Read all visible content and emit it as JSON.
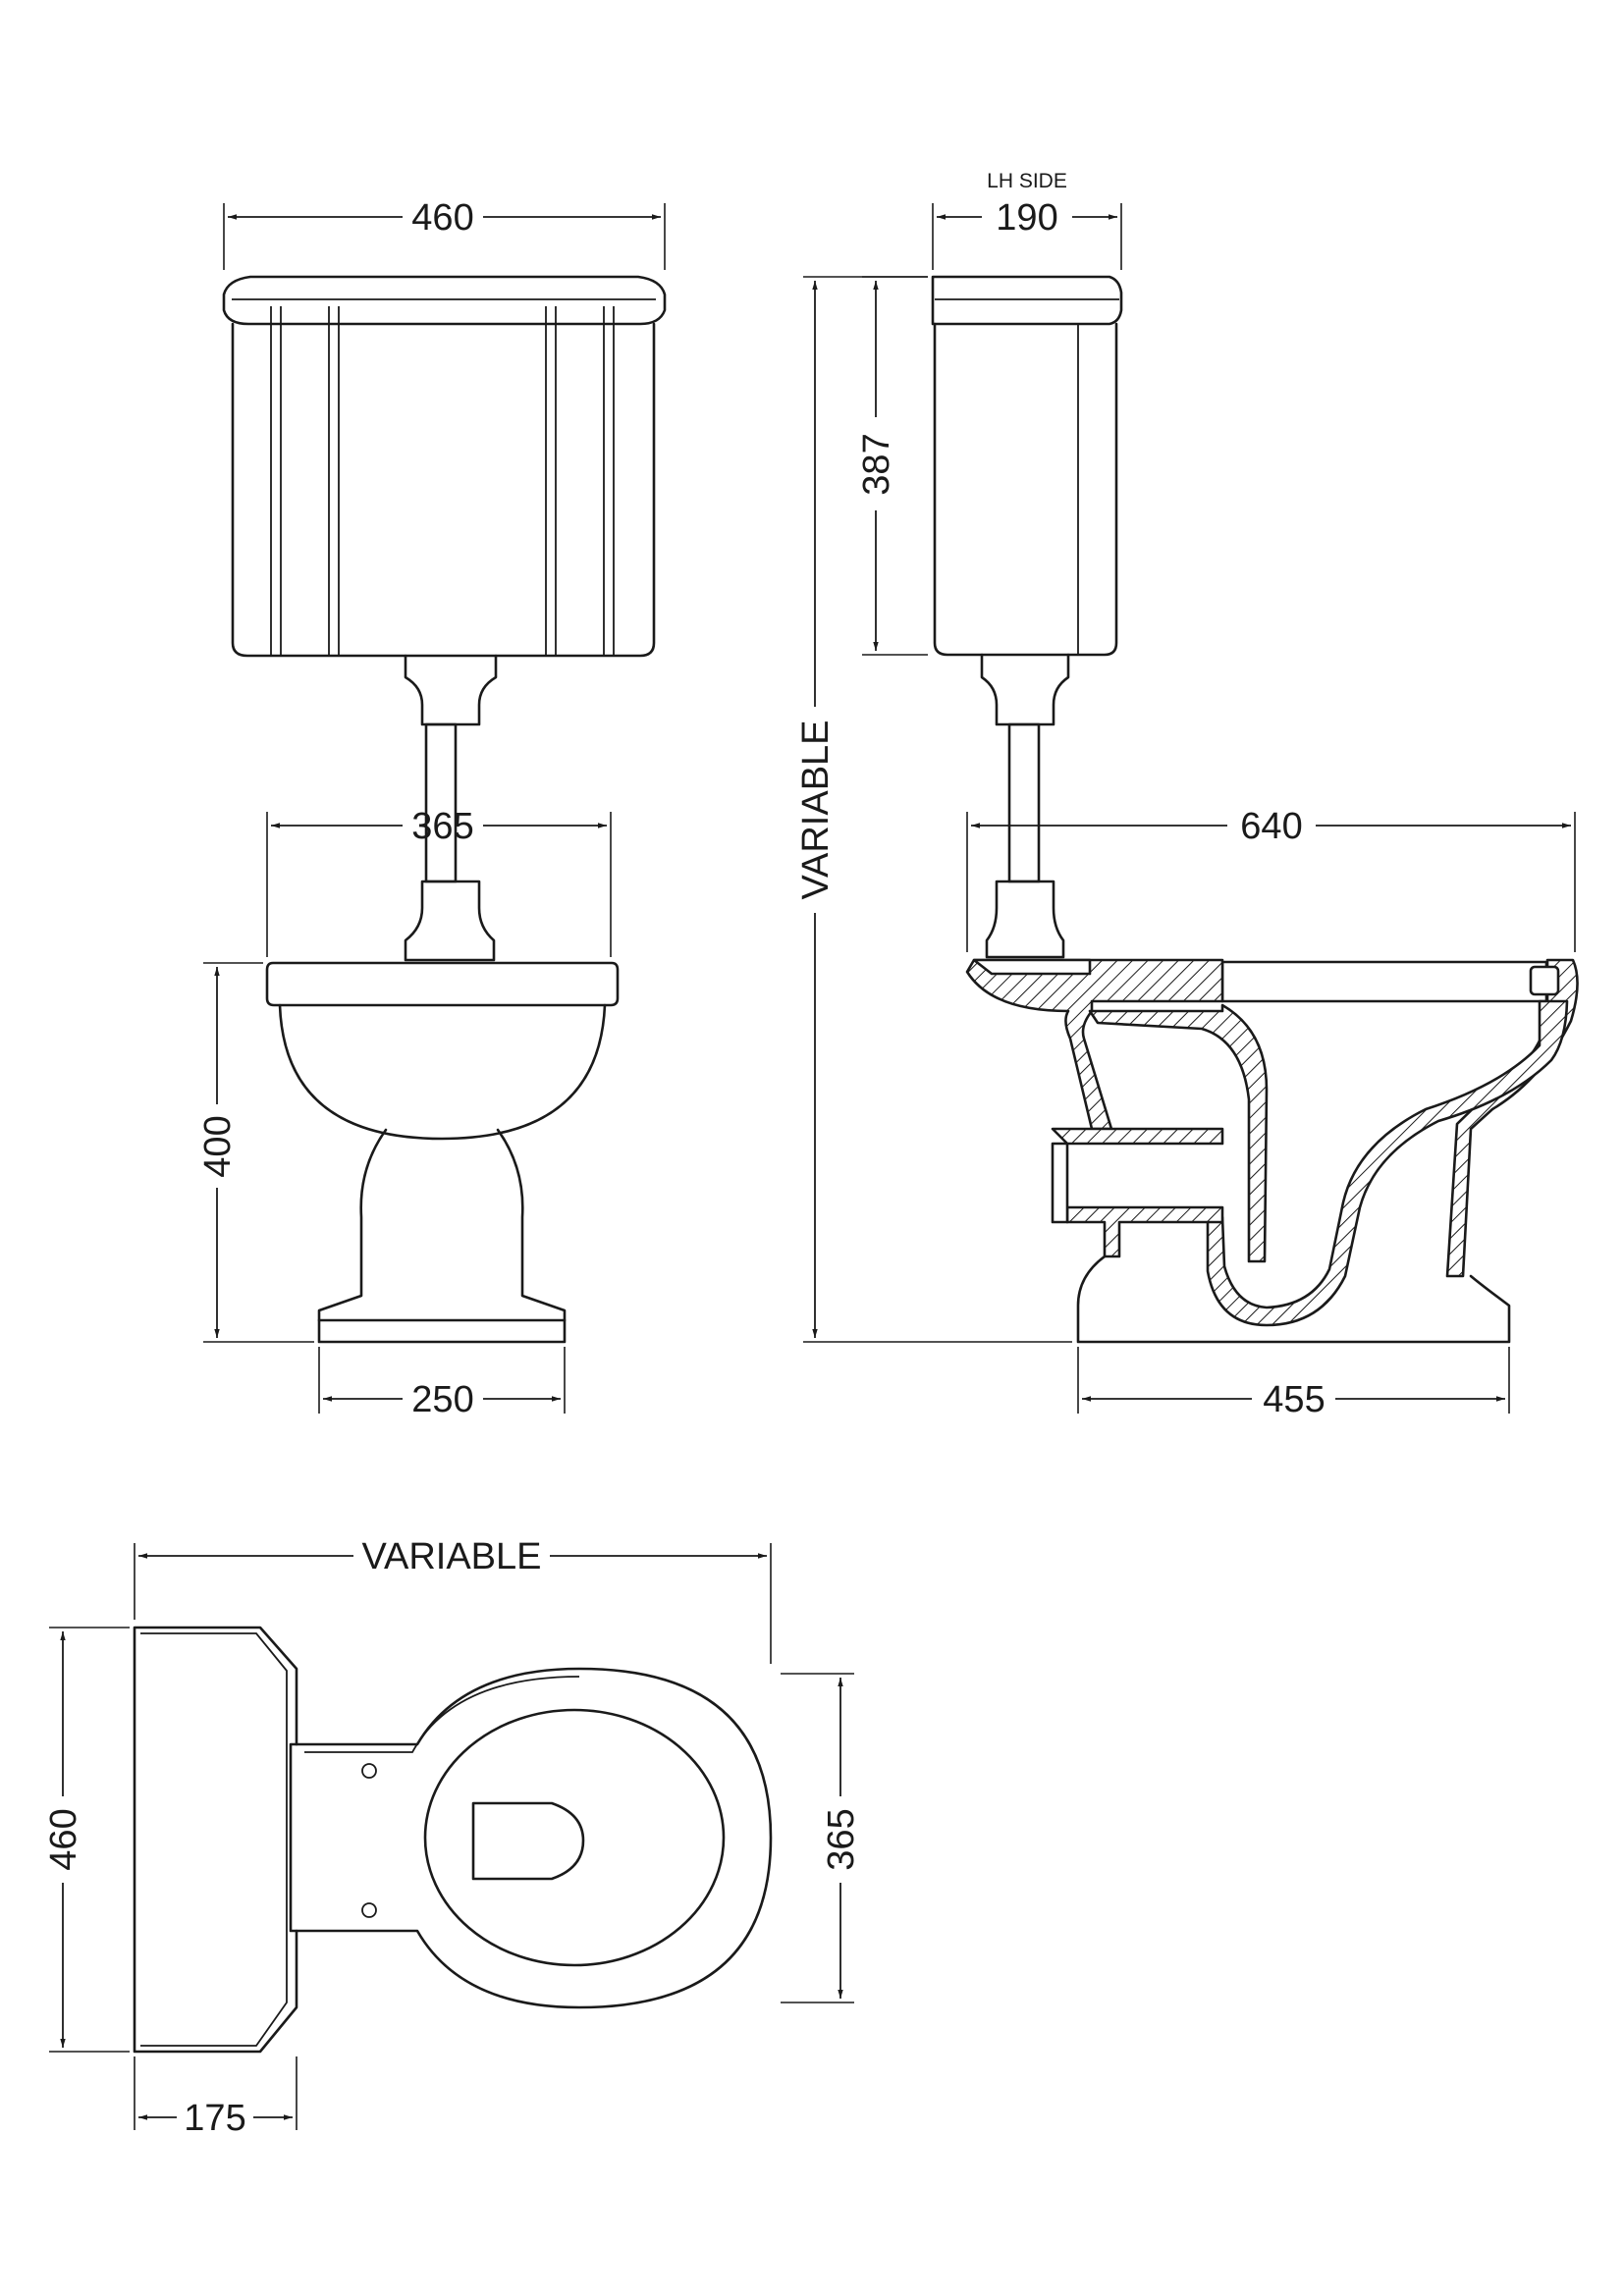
{
  "dimensions": {
    "front_cistern_width": "460",
    "side_label": "LH SIDE",
    "side_cistern_depth": "190",
    "cistern_height": "387",
    "overall_height": "VARIABLE",
    "pan_width": "365",
    "pan_projection": "640",
    "pan_height": "400",
    "front_base_width": "250",
    "side_base_depth": "455",
    "plan_overall_length": "VARIABLE",
    "plan_cistern_width": "460",
    "plan_pan_width": "365",
    "plan_cistern_depth": "175"
  }
}
